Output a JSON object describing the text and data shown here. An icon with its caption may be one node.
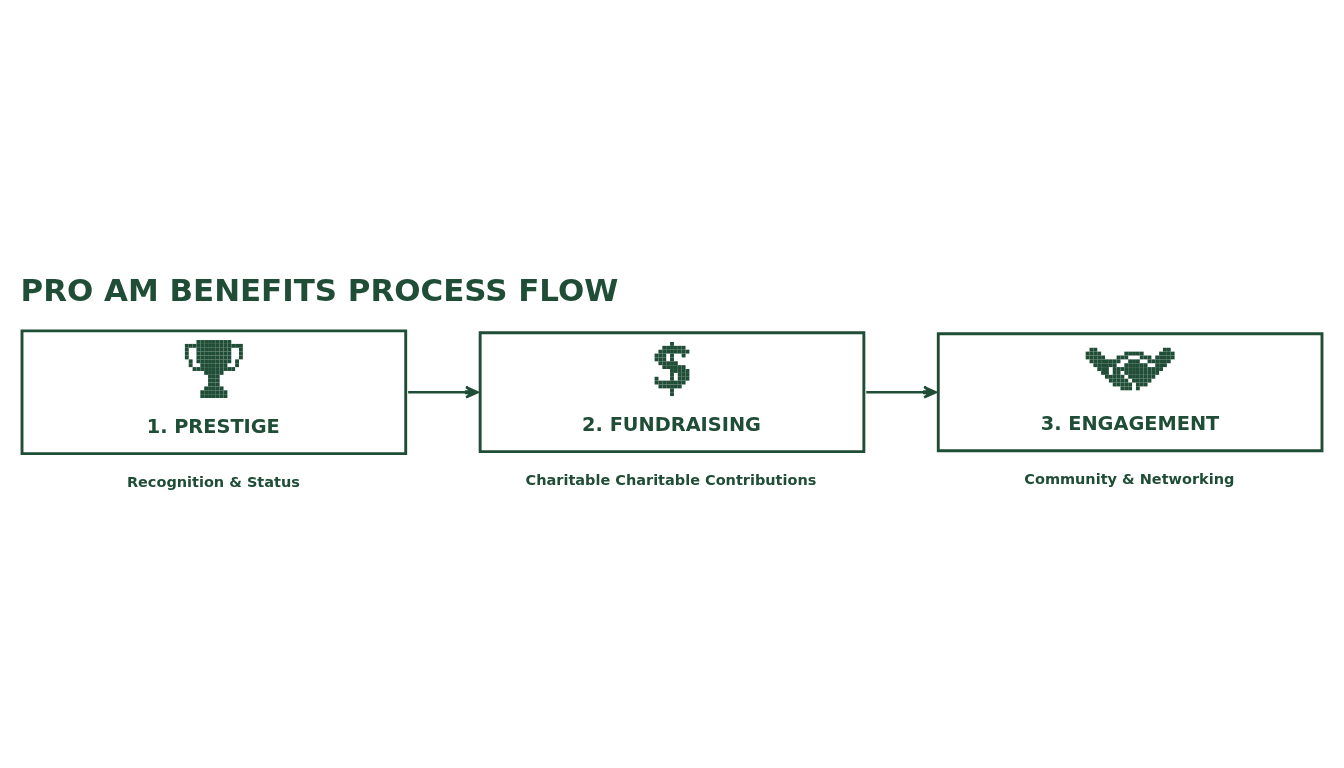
{
  "diagram": {
    "title": "PRO AM BENEFITS PROCESS FLOW",
    "nodes": [
      {
        "text": [
          "1. PRESTIGE"
        ],
        "beside": [
          "Recognition & Status"
        ]
      },
      {
        "text": [
          "2. FUNDRAISING"
        ],
        "beside": [
          "Charitable Charitable Contributions"
        ]
      },
      {
        "text": [
          "3. ENGAGEMENT"
        ],
        "beside": [
          "Community & Networking"
        ]
      }
    ],
    "edges": [
      {
        "from": 0,
        "to": 1,
        "arrow": "to"
      },
      {
        "from": 1,
        "to": 2,
        "arrow": "to"
      }
    ]
  }
}
